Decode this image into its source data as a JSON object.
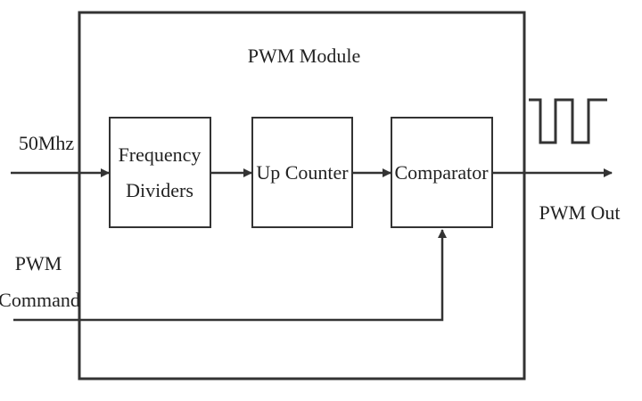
{
  "module": {
    "title": "PWM Module"
  },
  "blocks": {
    "frequency_dividers": {
      "line1": "Frequency",
      "line2": "Dividers"
    },
    "up_counter": {
      "label": "Up Counter"
    },
    "comparator": {
      "label": "Comparator"
    }
  },
  "inputs": {
    "clock": {
      "label": "50Mhz"
    },
    "command": {
      "line1": "PWM",
      "line2": "Command"
    }
  },
  "outputs": {
    "pwm_out": {
      "label": "PWM Out"
    }
  },
  "colors": {
    "line": "#333333",
    "text": "#222222",
    "background": "#ffffff"
  }
}
